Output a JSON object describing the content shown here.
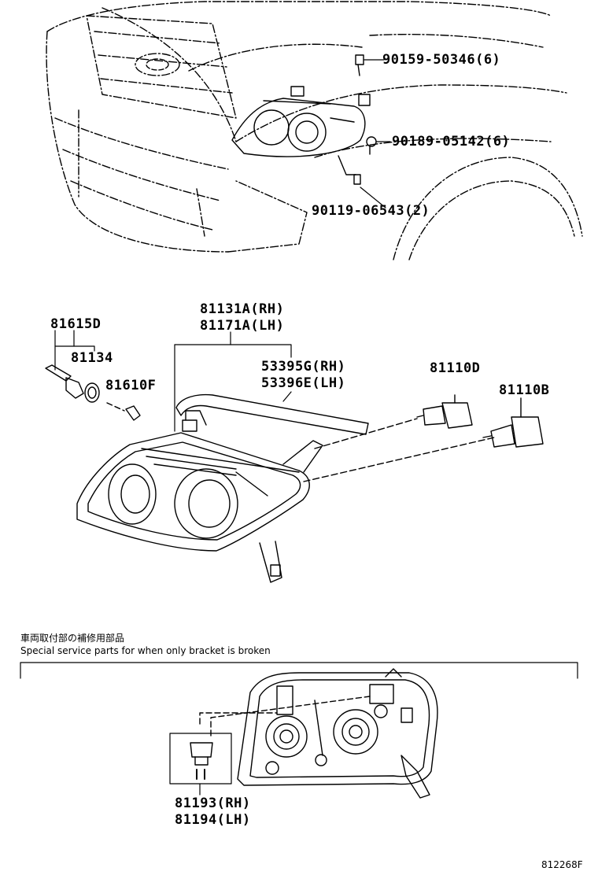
{
  "diagram": {
    "callouts": {
      "bolt_top": "90159-50346(6)",
      "clip": "90189-05142(6)",
      "bolt_bottom": "90119-06543(2)",
      "socket_assy": "81615D",
      "socket": "81134",
      "bulb_small": "81610F",
      "headlamp_rh": "81131A(RH)",
      "headlamp_lh": "81171A(LH)",
      "trim_rh": "53395G(RH)",
      "trim_lh": "53396E(LH)",
      "bulb_d": "81110D",
      "bulb_b": "81110B",
      "bracket_rh": "81193(RH)",
      "bracket_lh": "81194(LH)"
    },
    "special_note_jp": "車両取付部の補修用部品",
    "special_note_en": "Special service parts for when only bracket is broken",
    "figure_ref": "812268F"
  }
}
